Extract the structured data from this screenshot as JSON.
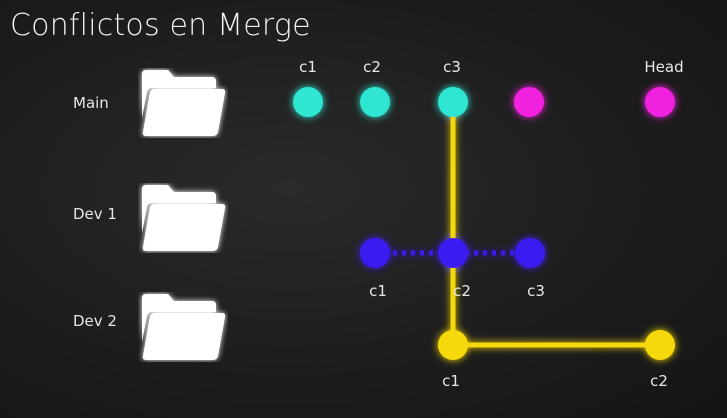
{
  "title": "Conflictos en Merge",
  "branches": {
    "main": "Main",
    "dev1": "Dev 1",
    "dev2": "Dev 2"
  },
  "main_commits": {
    "c1": "c1",
    "c2": "c2",
    "c3": "c3",
    "head": "Head"
  },
  "dev1_commits": {
    "c1": "c1",
    "c2": "c2",
    "c3": "c3"
  },
  "dev2_commits": {
    "c1": "c1",
    "c2": "c2"
  },
  "colors": {
    "cyan": "#2de6d2",
    "magenta": "#f020e0",
    "blue": "#3a1cf0",
    "yellow": "#f5d90a",
    "folder": "#ffffff"
  },
  "icons": [
    "folder-icon"
  ]
}
